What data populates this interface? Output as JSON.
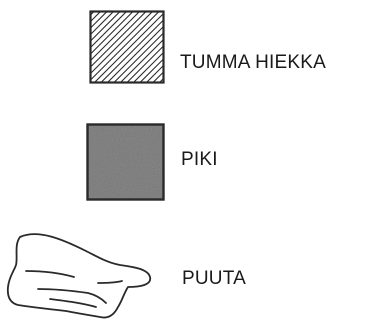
{
  "legend": {
    "items": [
      {
        "key": "dark-sand",
        "label": "TUMMA HIEKKA",
        "pattern": "diagonal-hatch",
        "fill": "#ffffff",
        "stroke": "#2a2a2a"
      },
      {
        "key": "pitch",
        "label": "PIKI",
        "pattern": "solid-stipple",
        "fill": "#8c8c8c",
        "stroke": "#2a2a2a"
      },
      {
        "key": "wood",
        "label": "PUUTA",
        "pattern": "wood-fragment-outline",
        "fill": "#ffffff",
        "stroke": "#2a2a2a"
      }
    ]
  }
}
